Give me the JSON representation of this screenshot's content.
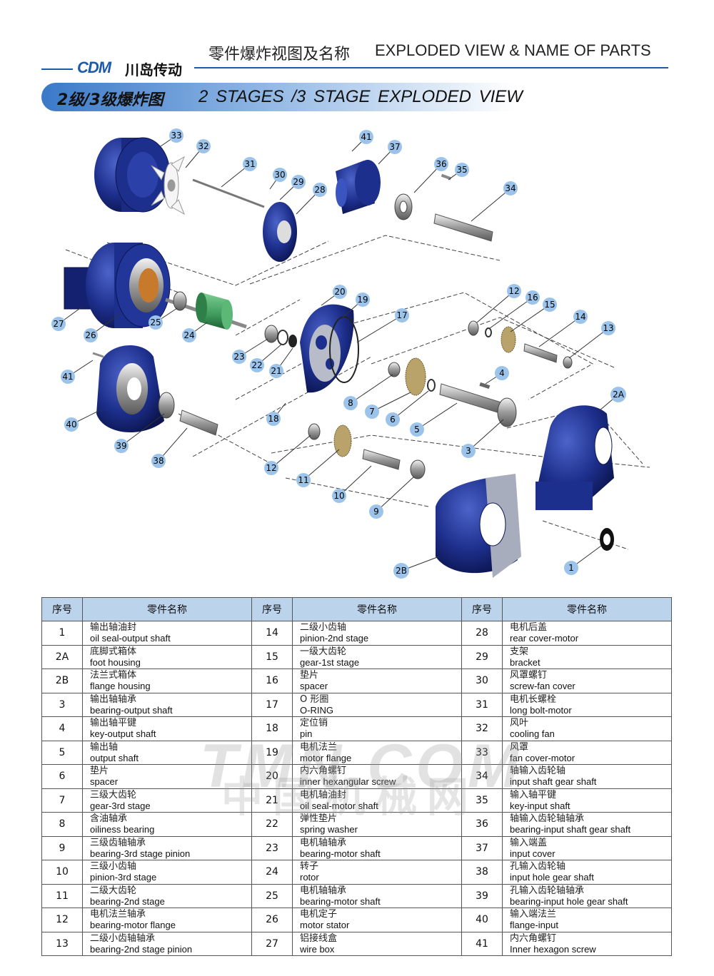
{
  "header": {
    "logo_text": "CDM",
    "logo_cn": "川岛传动",
    "title_cn": "零件爆炸视图及名称",
    "title_en": "EXPLODED VIEW & NAME OF PARTS"
  },
  "banner": {
    "title_cn": "2级/3级爆炸图",
    "title_en": "2 STAGES /3 STAGE EXPLODED VIEW"
  },
  "colors": {
    "accent": "#1d5aa8",
    "banner_start": "#3a79c8",
    "table_header": "#bcd3ec",
    "callout_fill": "#9cc4ea",
    "part_blue": "#1d2f8c",
    "rotor_green": "#3f9a5c",
    "copper": "#c87a2c"
  },
  "callouts": [
    "33",
    "32",
    "31",
    "30",
    "29",
    "28",
    "41",
    "37",
    "36",
    "35",
    "34",
    "27",
    "26",
    "25",
    "24",
    "20",
    "19",
    "17",
    "23",
    "22",
    "21",
    "12",
    "16",
    "15",
    "14",
    "13",
    "41",
    "40",
    "39",
    "38",
    "18",
    "8",
    "7",
    "6",
    "4",
    "5",
    "3",
    "2A",
    "12",
    "11",
    "10",
    "9",
    "2B",
    "1"
  ],
  "table": {
    "headers": [
      "序号",
      "零件名称",
      "序号",
      "零件名称",
      "序号",
      "零件名称"
    ],
    "rows": [
      [
        {
          "no": "1",
          "cn": "输出轴油封",
          "en": "oil seal-output shaft"
        },
        {
          "no": "14",
          "cn": "二级小齿轴",
          "en": "pinion-2nd stage"
        },
        {
          "no": "28",
          "cn": "电机后盖",
          "en": "rear cover-motor"
        }
      ],
      [
        {
          "no": "2A",
          "cn": "底脚式箱体",
          "en": "foot housing"
        },
        {
          "no": "15",
          "cn": "一级大齿轮",
          "en": "gear-1st stage"
        },
        {
          "no": "29",
          "cn": "支架",
          "en": "bracket"
        }
      ],
      [
        {
          "no": "2B",
          "cn": "法兰式箱体",
          "en": "flange housing"
        },
        {
          "no": "16",
          "cn": "垫片",
          "en": "spacer"
        },
        {
          "no": "30",
          "cn": "风罩螺钉",
          "en": "screw-fan cover"
        }
      ],
      [
        {
          "no": "3",
          "cn": "输出轴轴承",
          "en": "bearing-output shaft"
        },
        {
          "no": "17",
          "cn": "O 形圈",
          "en": "O-RING"
        },
        {
          "no": "31",
          "cn": "电机长螺栓",
          "en": "long bolt-motor"
        }
      ],
      [
        {
          "no": "4",
          "cn": "输出轴平键",
          "en": "key-output shaft"
        },
        {
          "no": "18",
          "cn": "定位销",
          "en": "pin"
        },
        {
          "no": "32",
          "cn": "风叶",
          "en": "cooling fan"
        }
      ],
      [
        {
          "no": "5",
          "cn": "输出轴",
          "en": "output shaft"
        },
        {
          "no": "19",
          "cn": "电机法兰",
          "en": "motor flange"
        },
        {
          "no": "33",
          "cn": "风罩",
          "en": "fan cover-motor"
        }
      ],
      [
        {
          "no": "6",
          "cn": "垫片",
          "en": "spacer"
        },
        {
          "no": "20",
          "cn": "内六角螺钉",
          "en": "inner hexangular screw"
        },
        {
          "no": "34",
          "cn": "轴输入齿轮轴",
          "en": "input shaft gear shaft"
        }
      ],
      [
        {
          "no": "7",
          "cn": "三级大齿轮",
          "en": "gear-3rd stage"
        },
        {
          "no": "21",
          "cn": "电机轴油封",
          "en": "oil seal-motor shaft"
        },
        {
          "no": "35",
          "cn": "输入轴平键",
          "en": "key-input shaft"
        }
      ],
      [
        {
          "no": "8",
          "cn": "含油轴承",
          "en": "oiliness bearing"
        },
        {
          "no": "22",
          "cn": "弹性垫片",
          "en": "spring washer"
        },
        {
          "no": "36",
          "cn": "轴输入齿轮轴轴承",
          "en": "bearing-input shaft gear shaft"
        }
      ],
      [
        {
          "no": "9",
          "cn": "三级齿轴轴承",
          "en": "bearing-3rd stage pinion"
        },
        {
          "no": "23",
          "cn": "电机轴轴承",
          "en": "bearing-motor shaft"
        },
        {
          "no": "37",
          "cn": "输入端盖",
          "en": "input cover"
        }
      ],
      [
        {
          "no": "10",
          "cn": "三级小齿轴",
          "en": "pinion-3rd stage"
        },
        {
          "no": "24",
          "cn": "转子",
          "en": "rotor"
        },
        {
          "no": "38",
          "cn": "孔输入齿轮轴",
          "en": "input hole gear shaft"
        }
      ],
      [
        {
          "no": "11",
          "cn": "二级大齿轮",
          "en": "bearing-2nd stage"
        },
        {
          "no": "25",
          "cn": "电机轴轴承",
          "en": "bearing-motor shaft"
        },
        {
          "no": "39",
          "cn": "孔输入齿轮轴轴承",
          "en": "bearing-input hole gear shaft"
        }
      ],
      [
        {
          "no": "12",
          "cn": "电机法兰轴承",
          "en": "bearing-motor flange"
        },
        {
          "no": "26",
          "cn": "电机定子",
          "en": "motor stator"
        },
        {
          "no": "40",
          "cn": "输入端法兰",
          "en": "flange-input"
        }
      ],
      [
        {
          "no": "13",
          "cn": "二级小齿轴轴承",
          "en": "bearing-2nd stage pinion"
        },
        {
          "no": "27",
          "cn": "铝接线盒",
          "en": "wire box"
        },
        {
          "no": "41",
          "cn": "内六角螺钉",
          "en": "Inner hexagon screw"
        }
      ]
    ]
  },
  "watermark": {
    "text_en": "TMN.COM",
    "text_cn": "中国机械网"
  }
}
